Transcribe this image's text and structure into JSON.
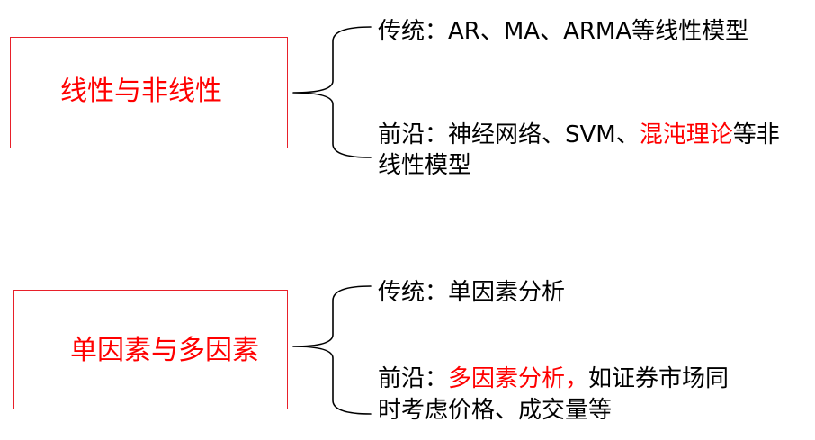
{
  "groups": [
    {
      "title": "线性与非线性",
      "traditional": "传统：AR、MA、ARMA等线性模型",
      "frontier": {
        "line1_prefix": "前沿：神经网络、SVM、",
        "line1_highlight": "混沌理论",
        "line1_suffix": "等非",
        "line2": "线性模型"
      }
    },
    {
      "title": "单因素与多因素",
      "traditional": "传统：单因素分析",
      "frontier": {
        "line1_prefix": "前沿：",
        "line1_highlight": "多因素分析，",
        "line1_suffix": "如证券市场同",
        "line2": "时考虑价格、成交量等"
      }
    }
  ],
  "colors": {
    "accent": "#ff0000",
    "ink": "#000000",
    "border": "#e8202a"
  }
}
